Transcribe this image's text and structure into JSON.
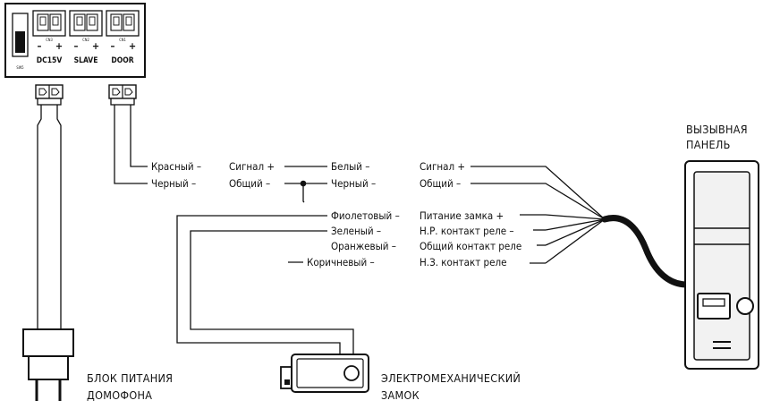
{
  "board": {
    "sw_label": "SW5",
    "connectors": [
      {
        "id": "CN3",
        "name": "DC15V"
      },
      {
        "id": "CN2",
        "name": "SLAVE"
      },
      {
        "id": "CN1",
        "name": "DOOR"
      }
    ],
    "minus": "–",
    "plus": "+"
  },
  "wires_left": {
    "red": "Красный –",
    "black": "Черный –",
    "signal": "Сигнал +",
    "common": "Общий –"
  },
  "wires_mid": {
    "white": "Белый –",
    "black": "Черный –"
  },
  "wires_right": {
    "signal": "Сигнал +",
    "common": "Общий –"
  },
  "lock_wires": [
    {
      "color": "Фиолетовый –",
      "function": "Питание замка +"
    },
    {
      "color": "Зеленый –",
      "function": "Н.Р. контакт реле –"
    },
    {
      "color": "Оранжевый –",
      "function": "Общий контакт реле"
    },
    {
      "color": "Коричневый –",
      "function": "Н.З. контакт реле"
    }
  ],
  "labels": {
    "panel_line1": "ВЫЗЫВНАЯ",
    "panel_line2": "ПАНЕЛЬ",
    "psu_line1": "БЛОК ПИТАНИЯ",
    "psu_line2": "ДОМОФОНА",
    "lock_line1": "ЭЛЕКТРОМЕХАНИЧЕСКИЙ",
    "lock_line2": "ЗАМОК"
  },
  "colors": {
    "ink": "#111111",
    "panel_fill": "#f2f2f2",
    "background": "#ffffff"
  }
}
